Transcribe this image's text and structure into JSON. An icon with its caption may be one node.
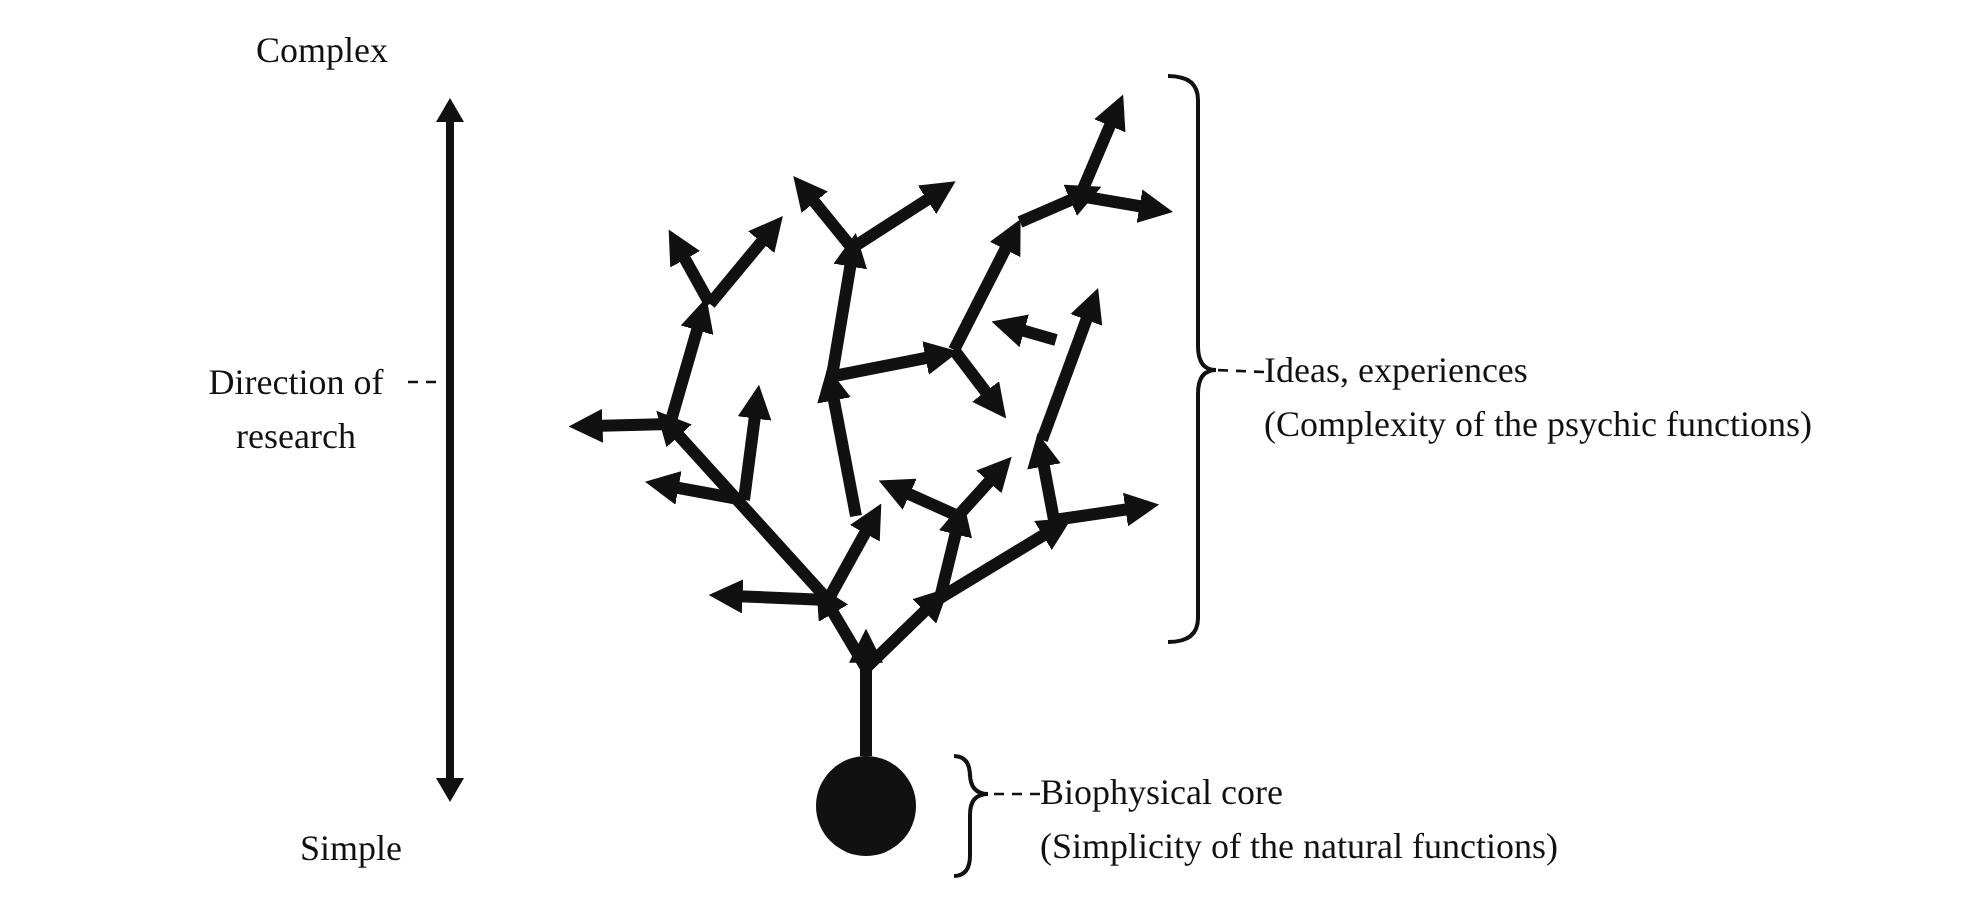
{
  "diagram": {
    "nodes": [
      {
        "text": [
          "Direction of research"
        ]
      },
      {
        "text": [
          "Ideas, experiences",
          "(Complexity of the psychic functions)"
        ]
      },
      {
        "text": [
          "Biophysical core",
          "(Simplicity of the natural functions)"
        ]
      },
      {
        "text": [],
        "shape": "brace"
      },
      {
        "text": [],
        "shape": "brace"
      }
    ],
    "edges": [
      {
        "from": 0,
        "to": null,
        "arrow": "none",
        "style": "dashed"
      },
      {
        "from": 1,
        "to": 3,
        "arrow": "none",
        "style": "dashed"
      },
      {
        "from": 2,
        "to": 4,
        "arrow": "none",
        "style": "dashed"
      }
    ],
    "labels": [
      "Complex",
      "Simple"
    ]
  }
}
